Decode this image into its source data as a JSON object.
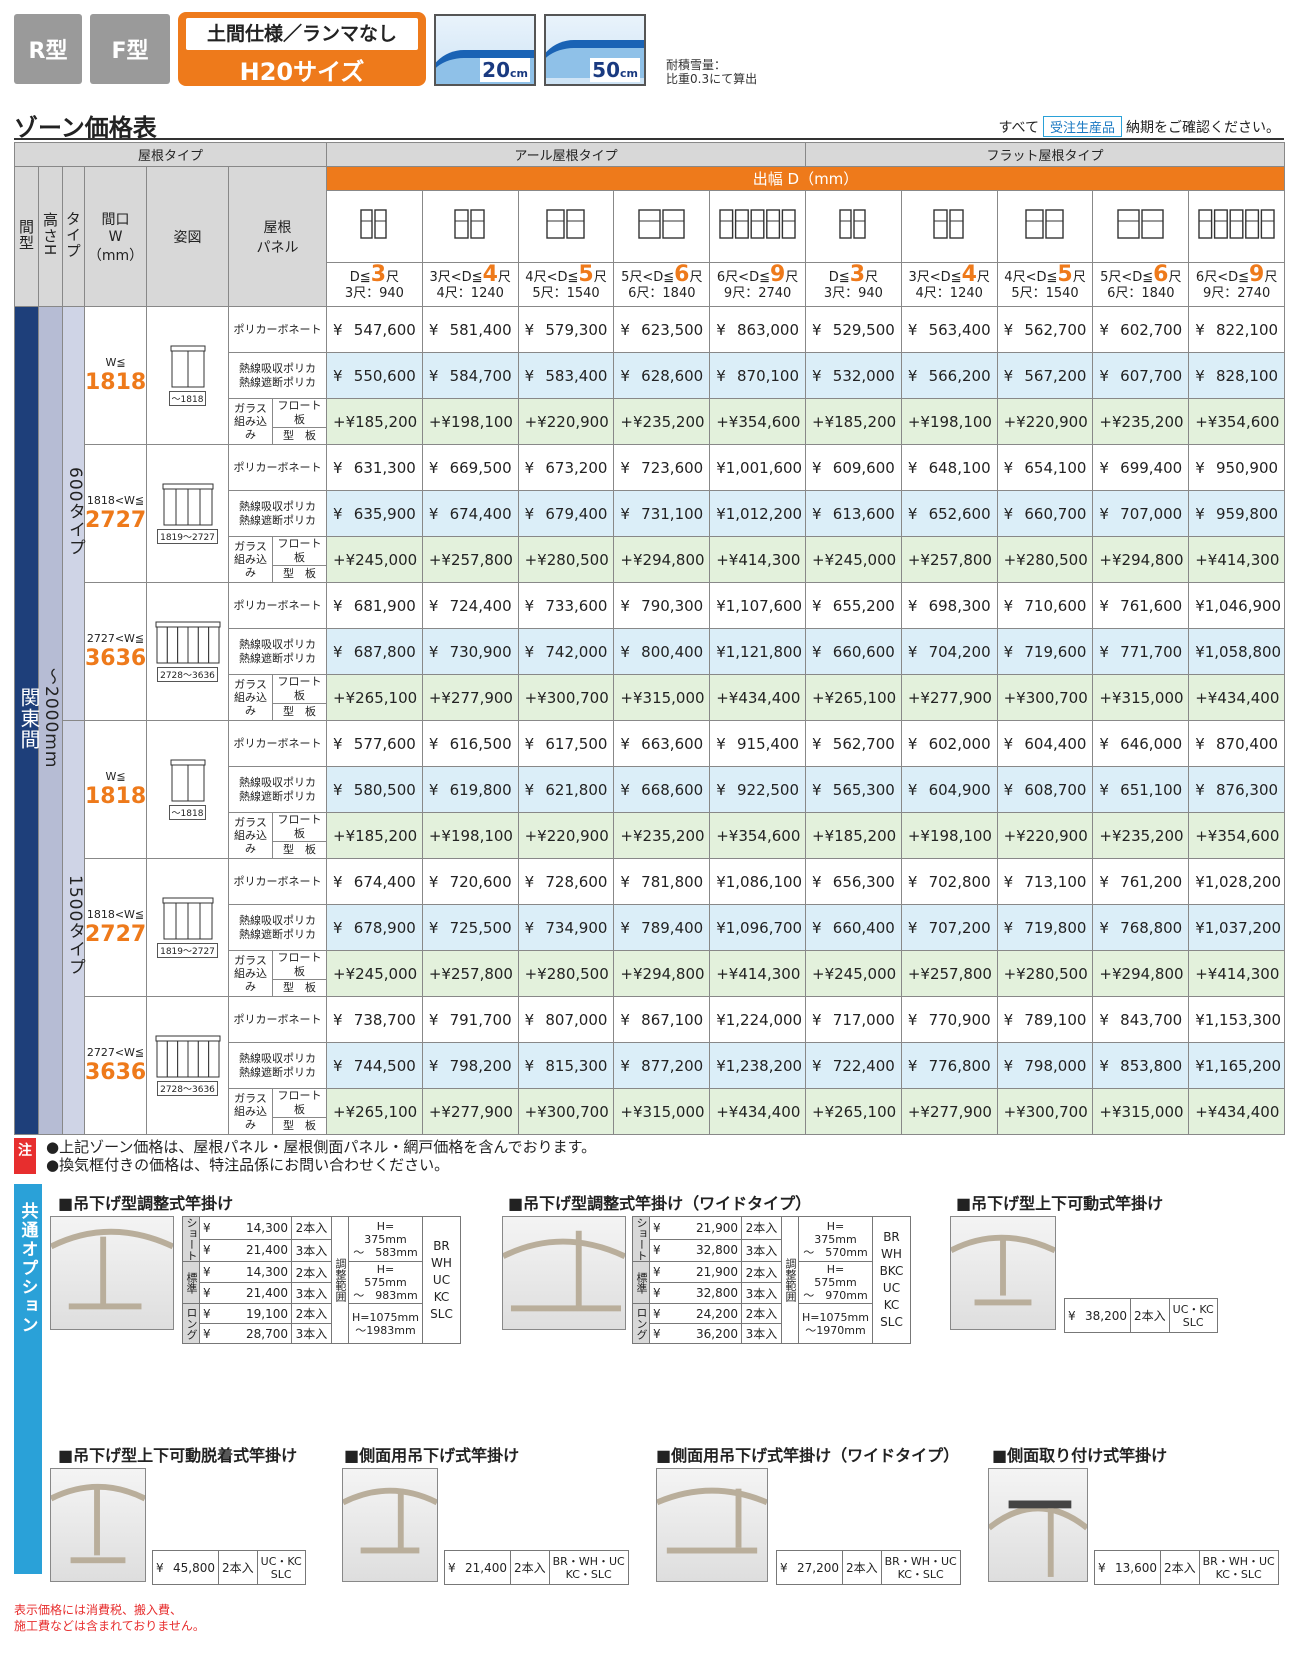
{
  "header": {
    "tag_r": "R型",
    "tag_f": "F型",
    "spec_top": "土間仕様／ランマなし",
    "spec_bottom": "H20サイズ",
    "snow_20": "20",
    "snow_50": "50",
    "snow_unit": "cm",
    "snow_note_1": "耐積雪量：",
    "snow_note_2": "比重0.3にて算出"
  },
  "section": {
    "title": "ゾーン価格表",
    "confirm_pre": "すべて",
    "confirm_badge": "受注生産品",
    "confirm_post": "納期をご確認ください。"
  },
  "table": {
    "roof_type": "屋根タイプ",
    "r_roof": "アール屋根タイプ",
    "f_roof": "フラット屋根タイプ",
    "depth": "出幅 D（mm）",
    "col_kenma": "間型",
    "col_height": "高さH",
    "col_type": "タイプ",
    "col_width": "間口\nW（mm）",
    "col_fig": "姿図",
    "col_panel": "屋根\nパネル",
    "depths": [
      {
        "pre": "D≦",
        "num": "3",
        "post": "尺",
        "sub": "3尺：940"
      },
      {
        "pre": "3尺<D≦",
        "num": "4",
        "post": "尺",
        "sub": "4尺：1240"
      },
      {
        "pre": "4尺<D≦",
        "num": "5",
        "post": "尺",
        "sub": "5尺：1540"
      },
      {
        "pre": "5尺<D≦",
        "num": "6",
        "post": "尺",
        "sub": "6尺：1840"
      },
      {
        "pre": "6尺<D≦",
        "num": "9",
        "post": "尺",
        "sub": "9尺：2740"
      }
    ],
    "region": "関東間",
    "height": "〜2000mm",
    "type_600": "600タイプ",
    "type_1500": "1500タイプ",
    "panel_poly": "ポリカーボネート",
    "panel_heat_1": "熱線吸収ポリカ",
    "panel_heat_2": "熱線遮断ポリカ",
    "glass_1": "ガラス",
    "glass_2": "組み込み",
    "glass_float": "フロート板",
    "glass_pattern": "型　板",
    "yen": "¥",
    "plus_yen": "+¥",
    "groups": [
      {
        "w_pre": "W≦",
        "w_num": "1818",
        "fig_label": "〜1818",
        "poly": [
          "547,600",
          "581,400",
          "579,300",
          "623,500",
          "863,000",
          "529,500",
          "563,400",
          "562,700",
          "602,700",
          "822,100"
        ],
        "heat": [
          "550,600",
          "584,700",
          "583,400",
          "628,600",
          "870,100",
          "532,000",
          "566,200",
          "567,200",
          "607,700",
          "828,100"
        ],
        "glass": [
          "185,200",
          "198,100",
          "220,900",
          "235,200",
          "354,600",
          "185,200",
          "198,100",
          "220,900",
          "235,200",
          "354,600"
        ]
      },
      {
        "w_pre": "1818<W≦",
        "w_num": "2727",
        "fig_label": "1819〜2727",
        "poly": [
          "631,300",
          "669,500",
          "673,200",
          "723,600",
          "1,001,600",
          "609,600",
          "648,100",
          "654,100",
          "699,400",
          "950,900"
        ],
        "heat": [
          "635,900",
          "674,400",
          "679,400",
          "731,100",
          "1,012,200",
          "613,600",
          "652,600",
          "660,700",
          "707,000",
          "959,800"
        ],
        "glass": [
          "245,000",
          "257,800",
          "280,500",
          "294,800",
          "414,300",
          "245,000",
          "257,800",
          "280,500",
          "294,800",
          "414,300"
        ]
      },
      {
        "w_pre": "2727<W≦",
        "w_num": "3636",
        "fig_label": "2728〜3636",
        "poly": [
          "681,900",
          "724,400",
          "733,600",
          "790,300",
          "1,107,600",
          "655,200",
          "698,300",
          "710,600",
          "761,600",
          "1,046,900"
        ],
        "heat": [
          "687,800",
          "730,900",
          "742,000",
          "800,400",
          "1,121,800",
          "660,600",
          "704,200",
          "719,600",
          "771,700",
          "1,058,800"
        ],
        "glass": [
          "265,100",
          "277,900",
          "300,700",
          "315,000",
          "434,400",
          "265,100",
          "277,900",
          "300,700",
          "315,000",
          "434,400"
        ]
      },
      {
        "w_pre": "W≦",
        "w_num": "1818",
        "fig_label": "〜1818",
        "poly": [
          "577,600",
          "616,500",
          "617,500",
          "663,600",
          "915,400",
          "562,700",
          "602,000",
          "604,400",
          "646,000",
          "870,400"
        ],
        "heat": [
          "580,500",
          "619,800",
          "621,800",
          "668,600",
          "922,500",
          "565,300",
          "604,900",
          "608,700",
          "651,100",
          "876,300"
        ],
        "glass": [
          "185,200",
          "198,100",
          "220,900",
          "235,200",
          "354,600",
          "185,200",
          "198,100",
          "220,900",
          "235,200",
          "354,600"
        ]
      },
      {
        "w_pre": "1818<W≦",
        "w_num": "2727",
        "fig_label": "1819〜2727",
        "poly": [
          "674,400",
          "720,600",
          "728,600",
          "781,800",
          "1,086,100",
          "656,300",
          "702,800",
          "713,100",
          "761,200",
          "1,028,200"
        ],
        "heat": [
          "678,900",
          "725,500",
          "734,900",
          "789,400",
          "1,096,700",
          "660,400",
          "707,200",
          "719,800",
          "768,800",
          "1,037,200"
        ],
        "glass": [
          "245,000",
          "257,800",
          "280,500",
          "294,800",
          "414,300",
          "245,000",
          "257,800",
          "280,500",
          "294,800",
          "414,300"
        ]
      },
      {
        "w_pre": "2727<W≦",
        "w_num": "3636",
        "fig_label": "2728〜3636",
        "poly": [
          "738,700",
          "791,700",
          "807,000",
          "867,100",
          "1,224,000",
          "717,000",
          "770,900",
          "789,100",
          "843,700",
          "1,153,300"
        ],
        "heat": [
          "744,500",
          "798,200",
          "815,300",
          "877,200",
          "1,238,200",
          "722,400",
          "776,800",
          "798,000",
          "853,800",
          "1,165,200"
        ],
        "glass": [
          "265,100",
          "277,900",
          "300,700",
          "315,000",
          "434,400",
          "265,100",
          "277,900",
          "300,700",
          "315,000",
          "434,400"
        ]
      }
    ]
  },
  "notes": {
    "badge": "注",
    "line1": "●上記ゾーン価格は、屋根パネル・屋根側面パネル・網戸価格を含んでおります。",
    "line2": "●換気框付きの価格は、特注品係にお問い合わせください。"
  },
  "options": {
    "bar": "共通オプション",
    "o1": {
      "title": "■吊下げ型調整式竿掛け",
      "rows": [
        {
          "grp": "ショート",
          "price": "14,300",
          "qty": "2本入"
        },
        {
          "grp": "",
          "price": "21,400",
          "qty": "3本入"
        },
        {
          "grp": "標準",
          "price": "14,300",
          "qty": "2本入"
        },
        {
          "grp": "",
          "price": "21,400",
          "qty": "3本入"
        },
        {
          "grp": "ロング",
          "price": "19,100",
          "qty": "2本入"
        },
        {
          "grp": "",
          "price": "28,700",
          "qty": "3本入"
        }
      ],
      "adj": "調整範囲",
      "ranges": [
        "H=　375mm\n〜　583mm",
        "H=　575mm\n〜　983mm",
        "H=1075mm\n〜1983mm"
      ],
      "colors": [
        "BR",
        "WH",
        "UC",
        "KC",
        "SLC"
      ]
    },
    "o2": {
      "title": "■吊下げ型調整式竿掛け（ワイドタイプ）",
      "rows": [
        {
          "grp": "ショート",
          "price": "21,900",
          "qty": "2本入"
        },
        {
          "grp": "",
          "price": "32,800",
          "qty": "3本入"
        },
        {
          "grp": "標準",
          "price": "21,900",
          "qty": "2本入"
        },
        {
          "grp": "",
          "price": "32,800",
          "qty": "3本入"
        },
        {
          "grp": "ロング",
          "price": "24,200",
          "qty": "2本入"
        },
        {
          "grp": "",
          "price": "36,200",
          "qty": "3本入"
        }
      ],
      "adj": "調整範囲",
      "ranges": [
        "H=　375mm\n〜　570mm",
        "H=　575mm\n〜　970mm",
        "H=1075mm\n〜1970mm"
      ],
      "colors": [
        "BR",
        "WH",
        "BKC",
        "UC",
        "KC",
        "SLC"
      ]
    },
    "o3": {
      "title": "■吊下げ型上下可動式竿掛け",
      "price": "38,200",
      "qty": "2本入",
      "colors": "UC・KC\nSLC"
    },
    "o4": {
      "title": "■吊下げ型上下可動脱着式竿掛け",
      "price": "45,800",
      "qty": "2本入",
      "colors": "UC・KC\nSLC"
    },
    "o5": {
      "title": "■側面用吊下げ式竿掛け",
      "price": "21,400",
      "qty": "2本入",
      "colors": "BR・WH・UC\nKC・SLC"
    },
    "o6": {
      "title": "■側面用吊下げ式竿掛け（ワイドタイプ）",
      "price": "27,200",
      "qty": "2本入",
      "colors": "BR・WH・UC\nKC・SLC"
    },
    "o7": {
      "title": "■側面取り付け式竿掛け",
      "price": "13,600",
      "qty": "2本入",
      "colors": "BR・WH・UC\nKC・SLC"
    }
  },
  "tax_note_1": "表示価格には消費税、搬入費、",
  "tax_note_2": "施工費などは含まれておりません。",
  "colors": {
    "orange": "#ee7a1b",
    "navy": "#1e3f7a",
    "blue": "#2aa1d8",
    "red": "#e72e2e"
  }
}
